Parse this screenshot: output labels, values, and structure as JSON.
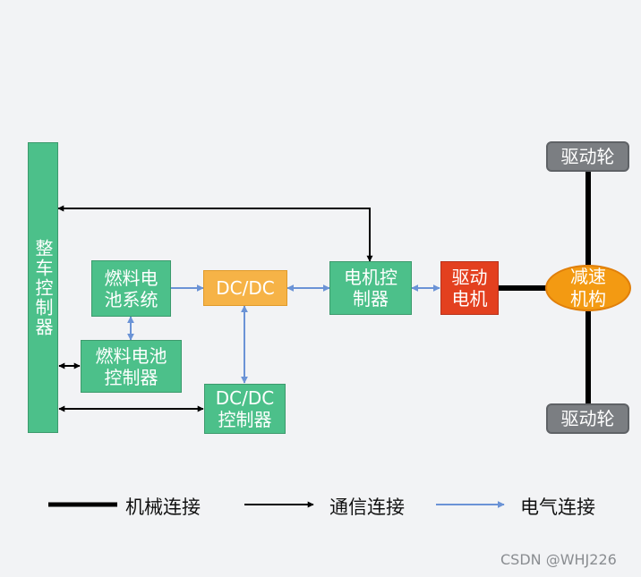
{
  "nodes": {
    "vehicle_controller": "整车控制器",
    "fuel_cell_system": "燃料电池系统",
    "fuel_cell_controller": "燃料电池控制器",
    "dcdc": "DC/DC",
    "dcdc_controller": "DC/DC控制器",
    "motor_controller": "电机控制器",
    "drive_motor": "驱动电机",
    "reducer": "减速机构",
    "drive_wheel_top": "驱动轮",
    "drive_wheel_bottom": "驱动轮"
  },
  "legend": {
    "mechanical": "机械连接",
    "communication": "通信连接",
    "electrical": "电气连接"
  },
  "colors": {
    "mechanical": "#000000",
    "communication": "#000000",
    "electrical": "#6b93d6",
    "green_box": "#4cc08a",
    "dcdc_box": "#f6b347",
    "motor_box": "#e3401f",
    "reducer": "#f39a12",
    "wheel": "#7b7e82"
  },
  "watermark": "CSDN @WHJ226"
}
